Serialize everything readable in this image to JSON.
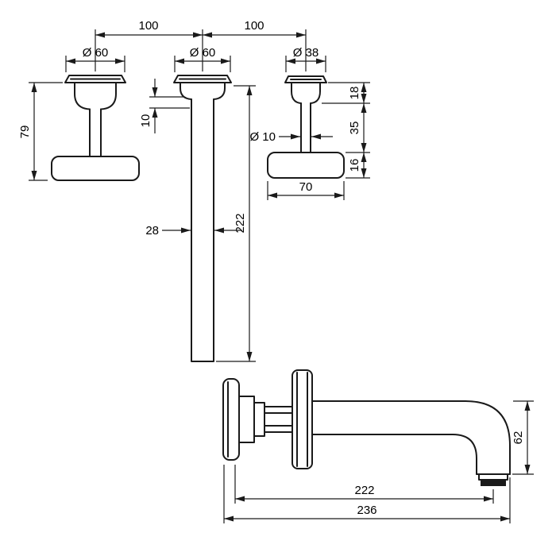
{
  "drawing": {
    "title": "wall-mounted basin mixer technical dimension drawing",
    "line_color": "#1a1a1a",
    "background": "#ffffff",
    "dimensions": {
      "spacing_left": "100",
      "spacing_right": "100",
      "dia_handle_left": "Ø 60",
      "dia_spout_escutcheon": "Ø 60",
      "dia_handle_right": "Ø 38",
      "handle_height": "79",
      "escutcheon_depth": "10",
      "dia_stem": "Ø 10",
      "right_top_height": "18",
      "right_stem_height": "35",
      "right_bar_height": "16",
      "bar_width": "70",
      "pipe_width": "28",
      "pipe_length": "222",
      "spout_drop": "62",
      "reach_to_aerator": "222",
      "reach_total": "236"
    }
  }
}
